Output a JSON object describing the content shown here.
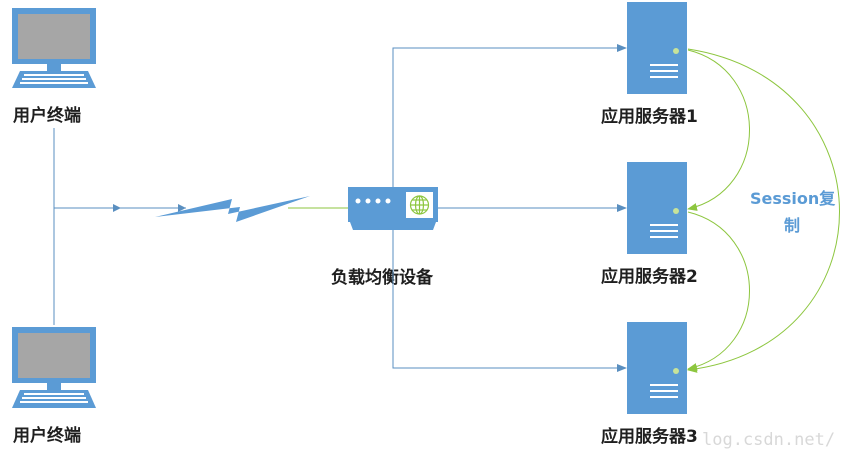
{
  "terminals": [
    {
      "label": "用户终端"
    },
    {
      "label": "用户终端"
    }
  ],
  "load_balancer": {
    "label": "负载均衡设备"
  },
  "servers": [
    {
      "label": "应用服务器1"
    },
    {
      "label": "应用服务器2"
    },
    {
      "label": "应用服务器3"
    }
  ],
  "session": {
    "line1": "Session复",
    "line2": "制"
  },
  "watermark": "log.csdn.net/",
  "colors": {
    "blue": "#5b9bd5",
    "line": "#5a8fc0",
    "green": "#8dc63f",
    "screen": "#a6a6a6"
  }
}
